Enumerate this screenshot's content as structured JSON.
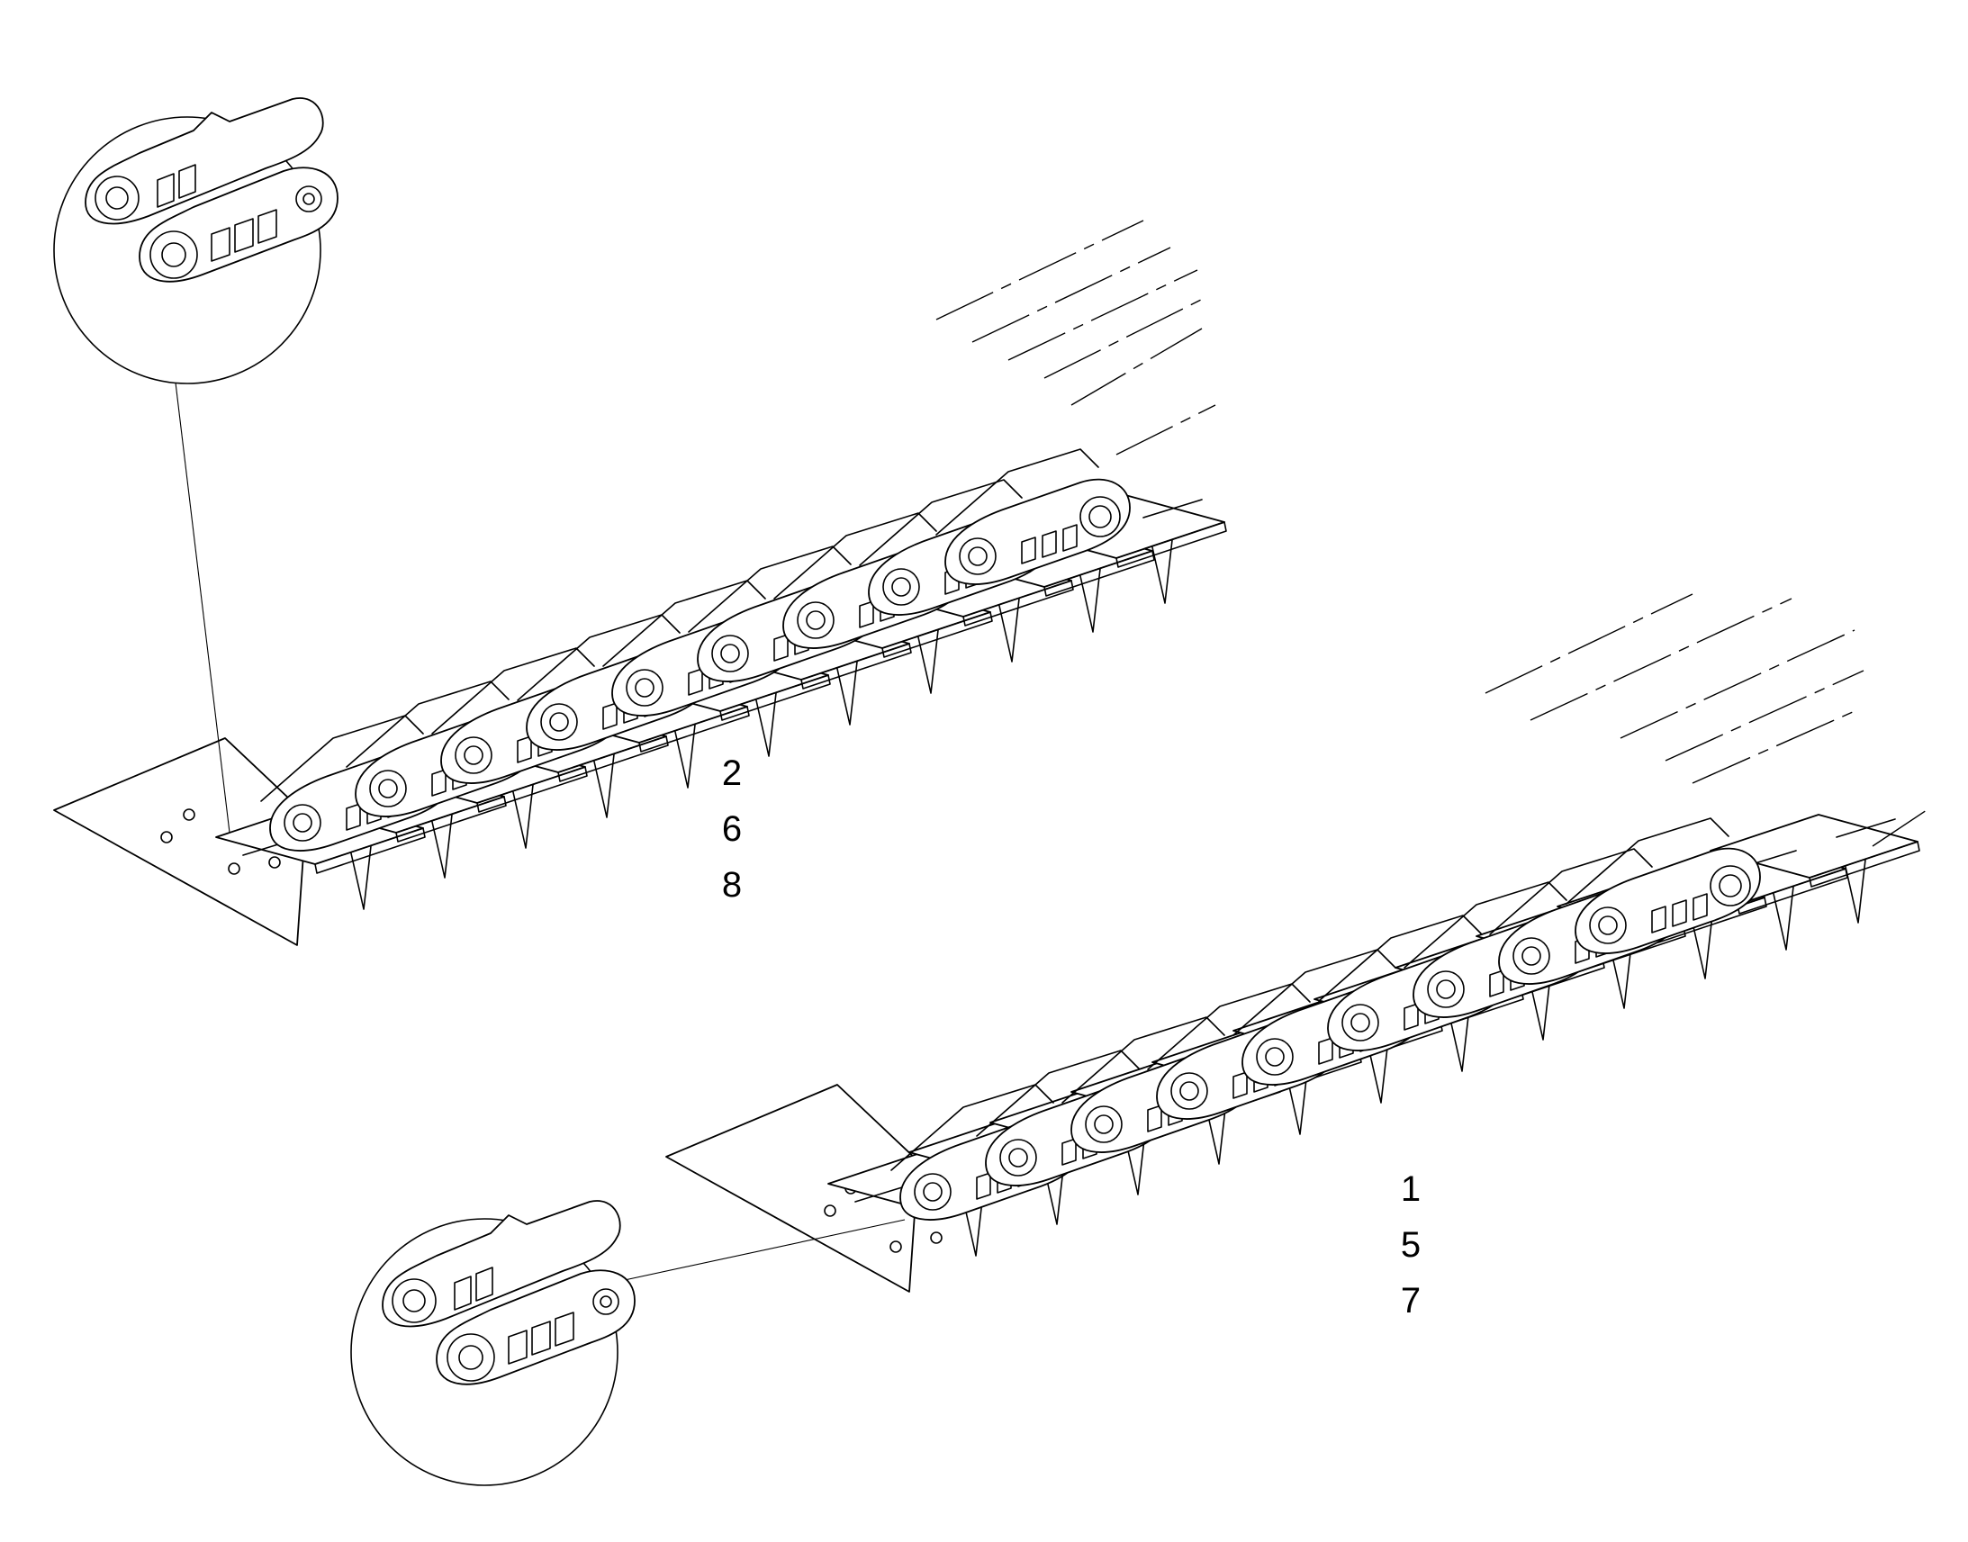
{
  "upper_assembly": {
    "item_numbers": [
      "2",
      "6",
      "8"
    ]
  },
  "lower_assembly": {
    "item_numbers": [
      "1",
      "5",
      "7"
    ]
  },
  "detail_views": [
    {
      "icon": "master-link-detail-icon"
    },
    {
      "icon": "master-link-detail-icon"
    }
  ]
}
